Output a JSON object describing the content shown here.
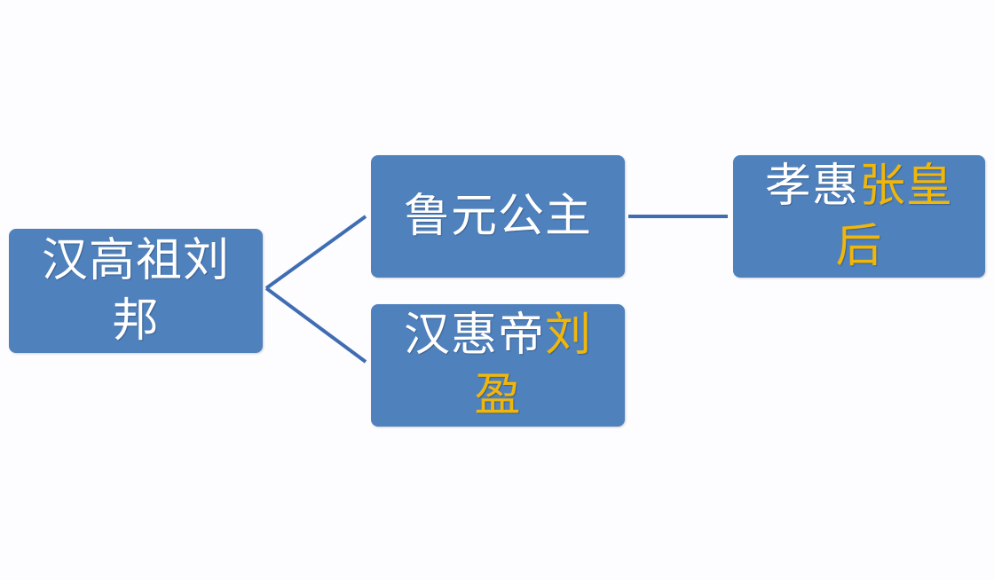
{
  "diagram": {
    "colors": {
      "node_fill": "#4f81bd",
      "connector": "#3f6db3",
      "text": "#ffffff",
      "highlight": "#f0b70a"
    },
    "nodes": {
      "root": {
        "plain": "汉高祖刘邦",
        "highlight": ""
      },
      "child1": {
        "plain": "鲁元公主",
        "highlight": ""
      },
      "child2": {
        "plain": "汉惠帝",
        "highlight": "刘盈"
      },
      "spouse": {
        "plain": "孝惠",
        "highlight": "张皇后"
      }
    },
    "edges": [
      {
        "from": "root",
        "to": "child1"
      },
      {
        "from": "root",
        "to": "child2"
      },
      {
        "from": "child1",
        "to": "spouse"
      }
    ]
  }
}
